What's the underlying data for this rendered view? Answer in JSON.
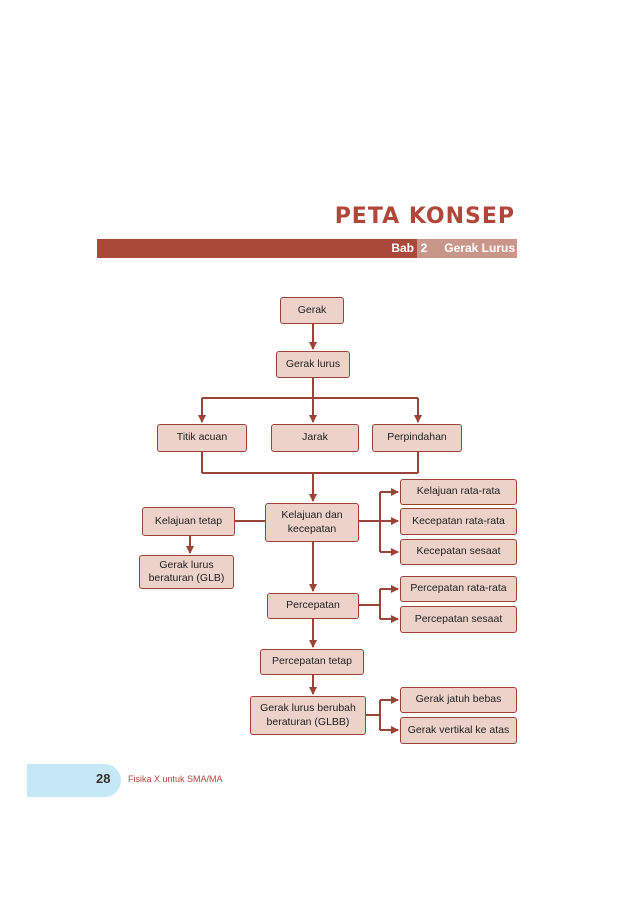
{
  "header": {
    "title": "PETA KONSEP",
    "bab_label": "Bab",
    "bab_number": "2",
    "bab_title": "Gerak Lurus"
  },
  "diagram": {
    "nodes": {
      "gerak": "Gerak",
      "gerak_lurus": "Gerak lurus",
      "titik_acuan": "Titik acuan",
      "jarak": "Jarak",
      "perpindahan": "Perpindahan",
      "kelajuan_dan_kecepatan": "Kelajuan dan\nkecepatan",
      "kelajuan_tetap": "Kelajuan tetap",
      "glb": "Gerak lurus\nberaturan (GLB)",
      "kelajuan_rata_rata": "Kelajuan rata-rata",
      "kecepatan_rata_rata": "Kecepatan rata-rata",
      "kecepatan_sesaat": "Kecepatan sesaat",
      "percepatan": "Percepatan",
      "percepatan_rata_rata": "Percepatan rata-rata",
      "percepatan_sesaat": "Percepatan sesaat",
      "percepatan_tetap": "Percepatan tetap",
      "glbb": "Gerak lurus berubah\nberaturan (GLBB)",
      "gerak_jatuh_bebas": "Gerak jatuh bebas",
      "gerak_vertikal_ke_atas": "Gerak vertikal ke atas"
    },
    "colors": {
      "node_fill": "#ecd2c9",
      "node_border": "#9a4336",
      "connector": "#9a4336",
      "accent": "#a9493a"
    }
  },
  "footer": {
    "page_number": "28",
    "book_title": "Fisika X untuk SMA/MA"
  }
}
